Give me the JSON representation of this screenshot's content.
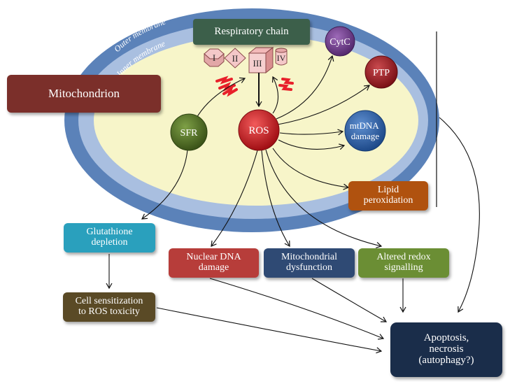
{
  "membranes": {
    "outer": "Outer membrane",
    "inner": "Inner membrane"
  },
  "title_label": "Mitochondrion",
  "respiratory_chain": {
    "label": "Respiratory chain",
    "complexes": [
      "I",
      "II",
      "III",
      "IV"
    ]
  },
  "nodes": {
    "ros": "ROS",
    "sfr": "SFR",
    "cytc": "CytC",
    "ptp": "PTP",
    "mtdna": "mtDNA\ndamage"
  },
  "boxes": {
    "lipid": "Lipid\nperoxidation",
    "glutathione": "Glutathione\ndepletion",
    "sensitization": "Cell sensitization\nto ROS toxicity",
    "nuclear_dna": "Nuclear DNA\ndamage",
    "mito_dysfunction": "Mitochondrial\ndysfunction",
    "redox": "Altered redox\nsignalling",
    "apoptosis": "Apoptosis,\nnecrosis\n(autophagy?)"
  },
  "colors": {
    "outer_membrane": "#5b82b9",
    "inner_membrane": "#a9bfe0",
    "matrix": "#f7f5c9",
    "ros": "#c4141a",
    "sfr": "#4d6b22",
    "cytc": "#6e3e8c",
    "ptp": "#9c1c22",
    "mtdna": "#2d5fa8",
    "mitochondrion_box": "#7b2f2a",
    "respiratory_box": "#3c5f4a",
    "lipid_box": "#b0520f",
    "glutathione_box": "#2aa0bd",
    "sensitization_box": "#5a4a26",
    "nuclear_dna_box": "#b73d3a",
    "mito_dysfunction_box": "#2f4a74",
    "redox_box": "#6b8e34",
    "apoptosis_box": "#1a2d4a",
    "flash": "#e8202a"
  }
}
